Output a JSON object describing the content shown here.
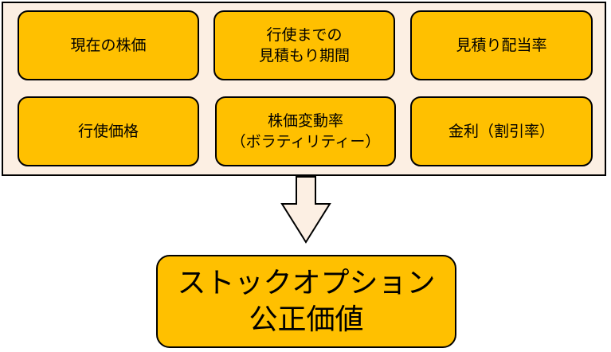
{
  "inputs_panel": {
    "factors": {
      "current_stock_price": "現在の株価",
      "expected_term": "行使までの\n見積もり期間",
      "expected_dividend_yield": "見積り配当率",
      "exercise_price": "行使価格",
      "volatility": "株価変動率\n（ボラティリティー）",
      "interest_rate": "金利（割引率）"
    }
  },
  "result": {
    "label": "ストックオプション\n公正価値"
  },
  "colors": {
    "box_fill": "#ffc000",
    "panel_fill": "#fcefe3",
    "arrow_fill": "#fcefe3",
    "outline": "#000000"
  }
}
